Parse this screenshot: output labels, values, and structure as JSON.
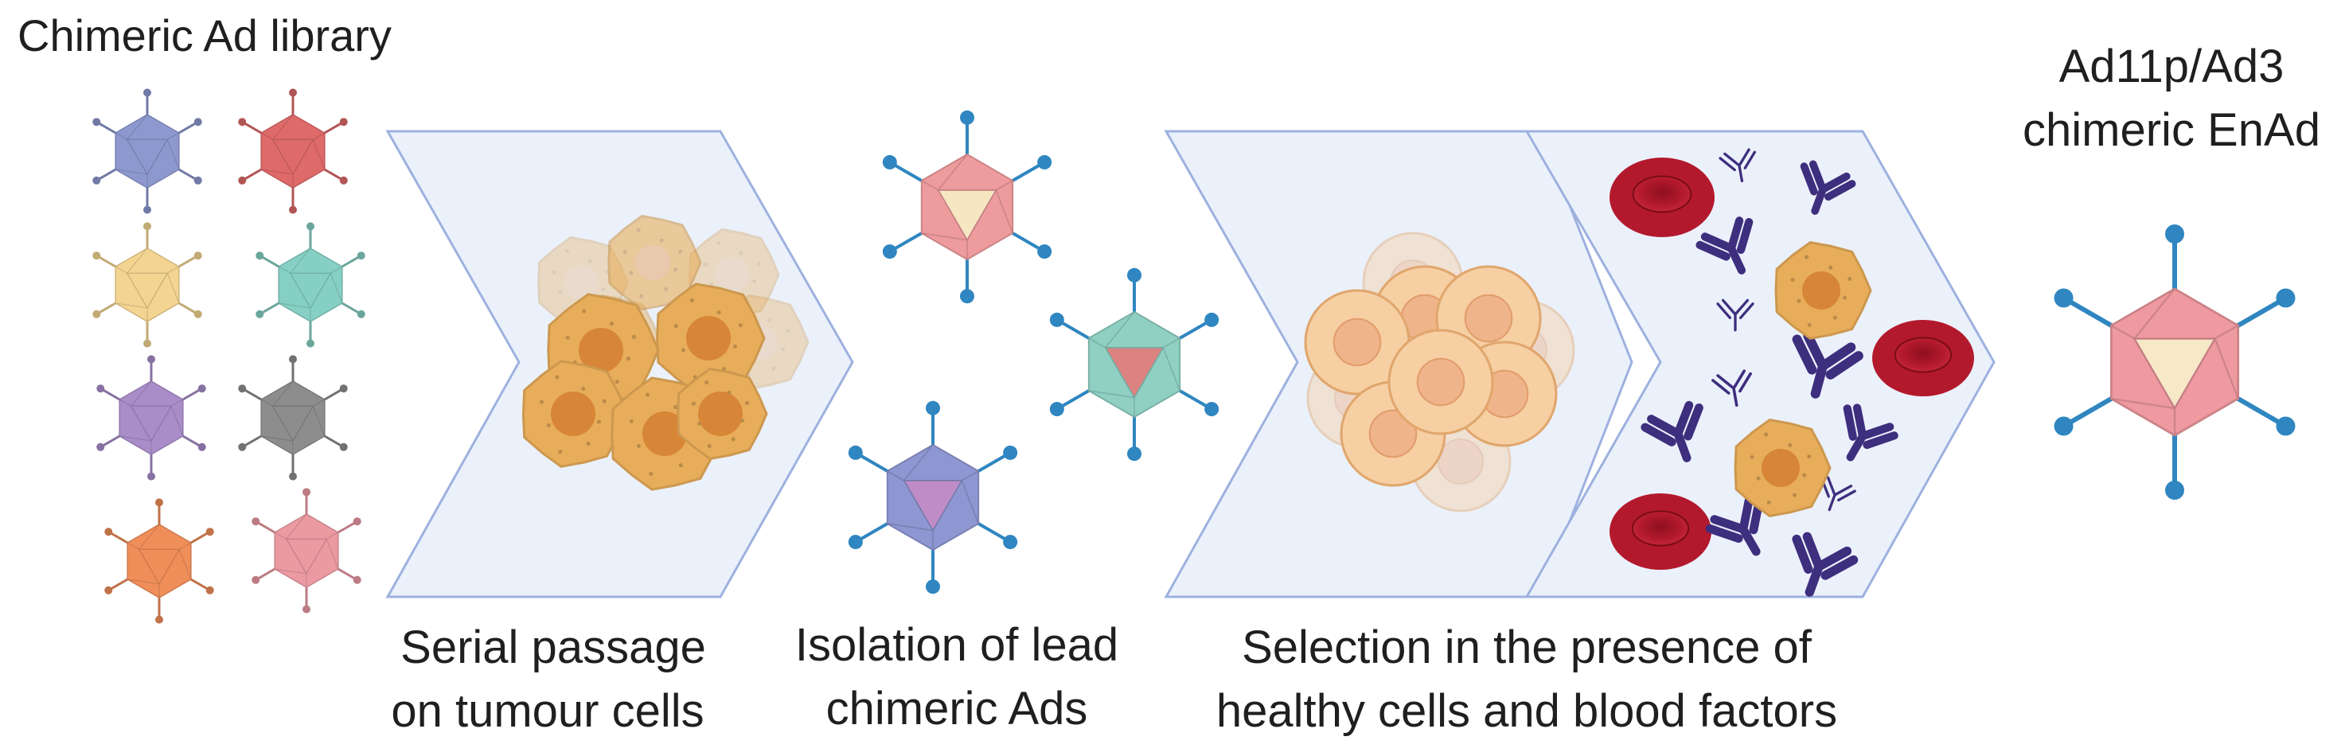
{
  "library": {
    "title": "Chimeric Ad library",
    "virus_colors": [
      "#8d98cf",
      "#de6a6a",
      "#f3d491",
      "#86cfc4",
      "#a98dc9",
      "#8d8d8d",
      "#f08e5a",
      "#eb9aa2"
    ]
  },
  "steps": [
    {
      "line1": "Serial passage",
      "line2": "on tumour cells"
    },
    {
      "line1": "Isolation of lead",
      "line2": "chimeric Ads"
    },
    {
      "line1": "Selection in the presence of",
      "line2": "healthy cells and blood factors"
    }
  ],
  "result": {
    "line1": "Ad11p/Ad3",
    "line2": "chimeric EnAd"
  },
  "colors": {
    "chevron_fill": "#ebf1fb",
    "chevron_stroke": "#9eb1df",
    "spike_blue": "#2f86c0",
    "tumour_cell": "#e8ad5a",
    "tumour_nucleus": "#d68636",
    "healthy_cell": "#f6cfa3",
    "red_blood_cell": "#b3192d",
    "antibody": "#3e2e7e"
  },
  "icons": [
    "virus-icon",
    "tumour-cell-icon",
    "healthy-cell-icon",
    "red-blood-cell-icon",
    "antibody-icon"
  ]
}
